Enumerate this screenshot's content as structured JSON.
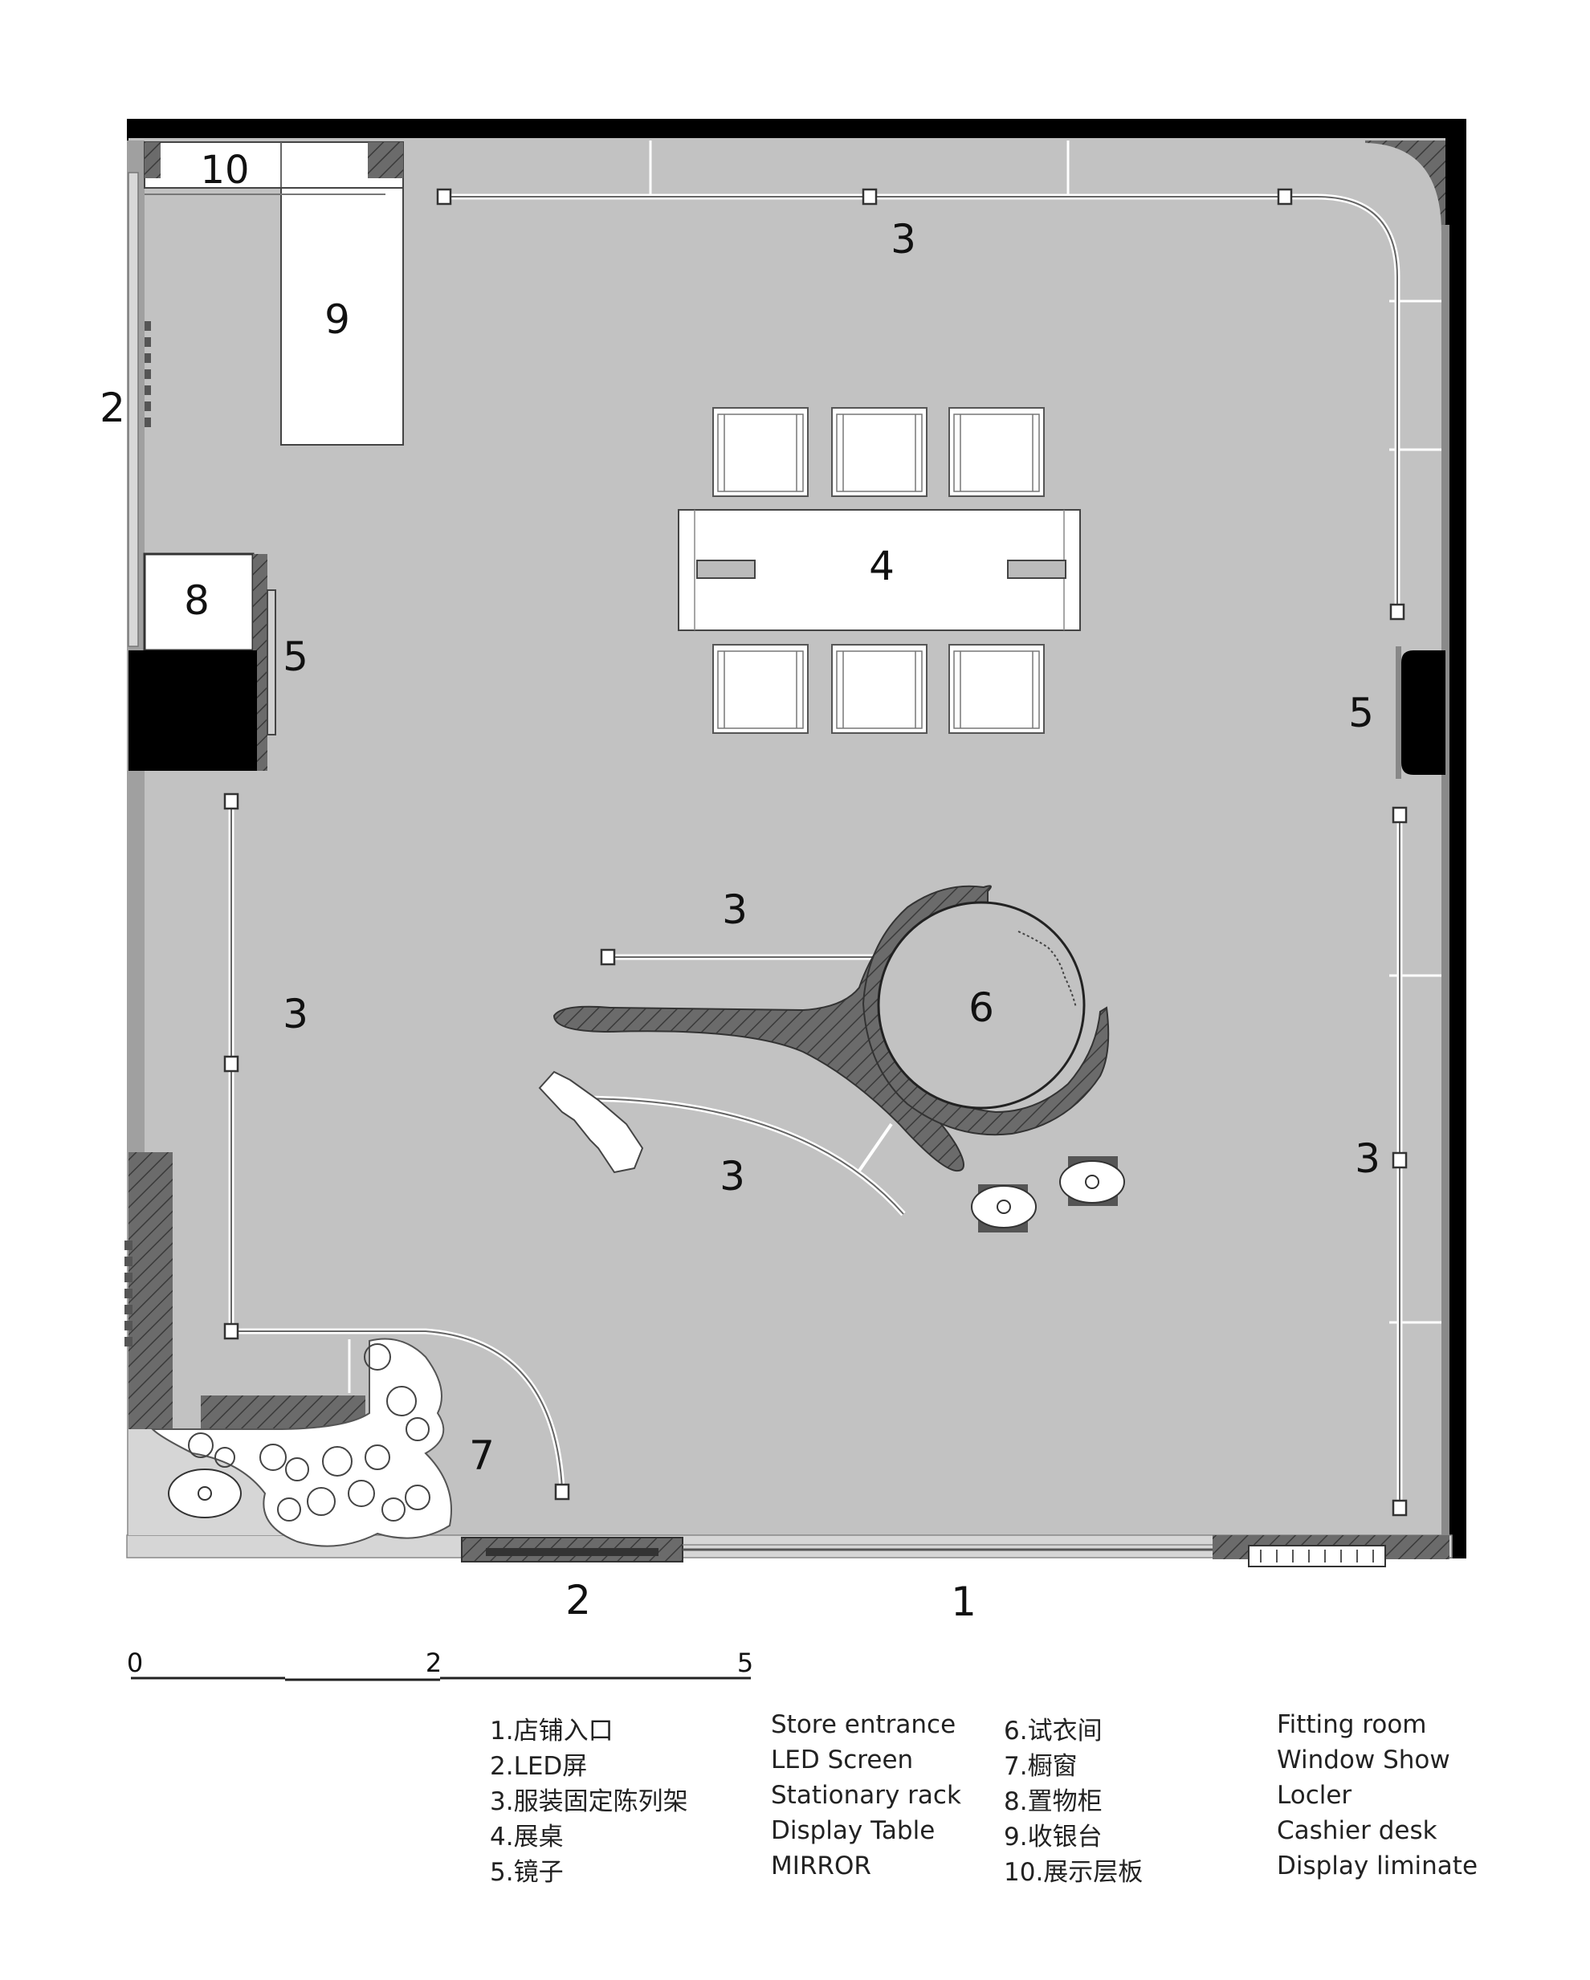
{
  "plan_labels": {
    "entrance": "1",
    "led_left": "2",
    "led_bottom": "2",
    "rack_top": "3",
    "rack_left": "3",
    "rack_center_upper": "3",
    "rack_center_lower": "3",
    "rack_right": "3",
    "table": "4",
    "mirror_left": "5",
    "mirror_right": "5",
    "fitting_room": "6",
    "window_show": "7",
    "locker": "8",
    "cashier": "9",
    "display_laminate": "10"
  },
  "scale_bar": {
    "zero": "0",
    "two": "2",
    "five": "5"
  },
  "legend": [
    {
      "zh": "1.店铺入口",
      "en": "Store entrance",
      "zh2": "6.试衣间",
      "en2": "Fitting room"
    },
    {
      "zh": "2.LED屏",
      "en": "LED Screen",
      "zh2": "7.橱窗",
      "en2": "Window Show"
    },
    {
      "zh": "3.服装固定陈列架",
      "en": "Stationary rack",
      "zh2": "8.置物柜",
      "en2": "Locler"
    },
    {
      "zh": "4.展桌",
      "en": "Display Table",
      "zh2": "9.收银台",
      "en2": "Cashier desk"
    },
    {
      "zh": "5.镜子",
      "en": "MIRROR",
      "zh2": "10.展示层板",
      "en2": "Display liminate"
    }
  ],
  "colors": {
    "floor": "#c2c2c2",
    "wall": "#000000",
    "hatch": "#5a5a5a",
    "furniture": "#ffffff"
  }
}
